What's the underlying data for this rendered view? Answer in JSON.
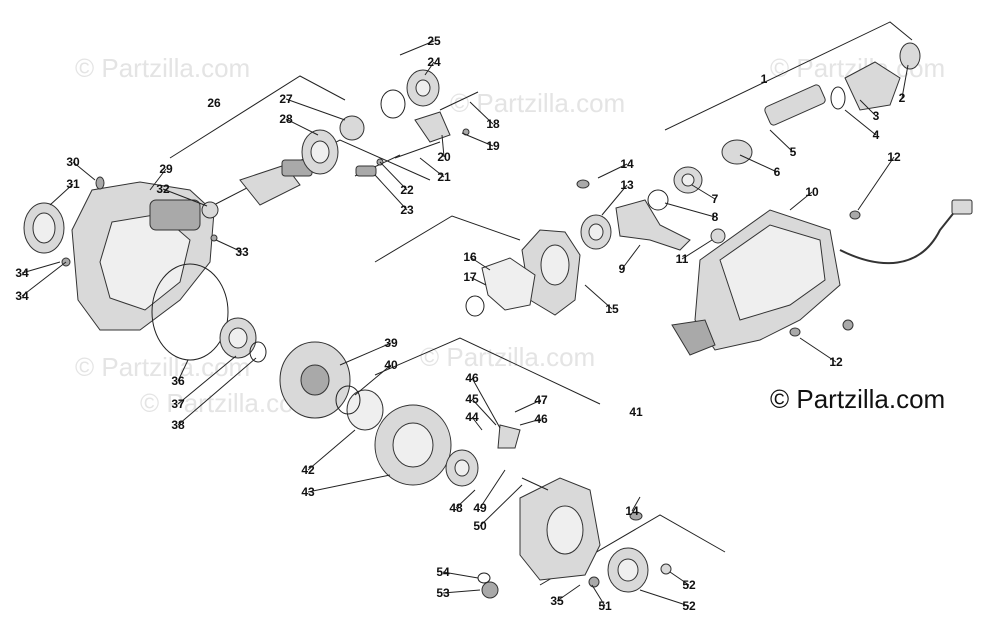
{
  "watermark": "© Partzilla.com",
  "brand": "© Partzilla.com",
  "labels": [
    "1",
    "2",
    "3",
    "4",
    "5",
    "6",
    "7",
    "8",
    "9",
    "10",
    "11",
    "12",
    "12",
    "13",
    "14",
    "14",
    "15",
    "16",
    "17",
    "18",
    "19",
    "20",
    "21",
    "22",
    "23",
    "24",
    "25",
    "26",
    "27",
    "28",
    "29",
    "30",
    "31",
    "32",
    "33",
    "34",
    "34",
    "35",
    "36",
    "37",
    "38",
    "39",
    "40",
    "41",
    "42",
    "43",
    "44",
    "45",
    "46",
    "46",
    "47",
    "48",
    "49",
    "50",
    "51",
    "52",
    "52",
    "53",
    "54"
  ]
}
